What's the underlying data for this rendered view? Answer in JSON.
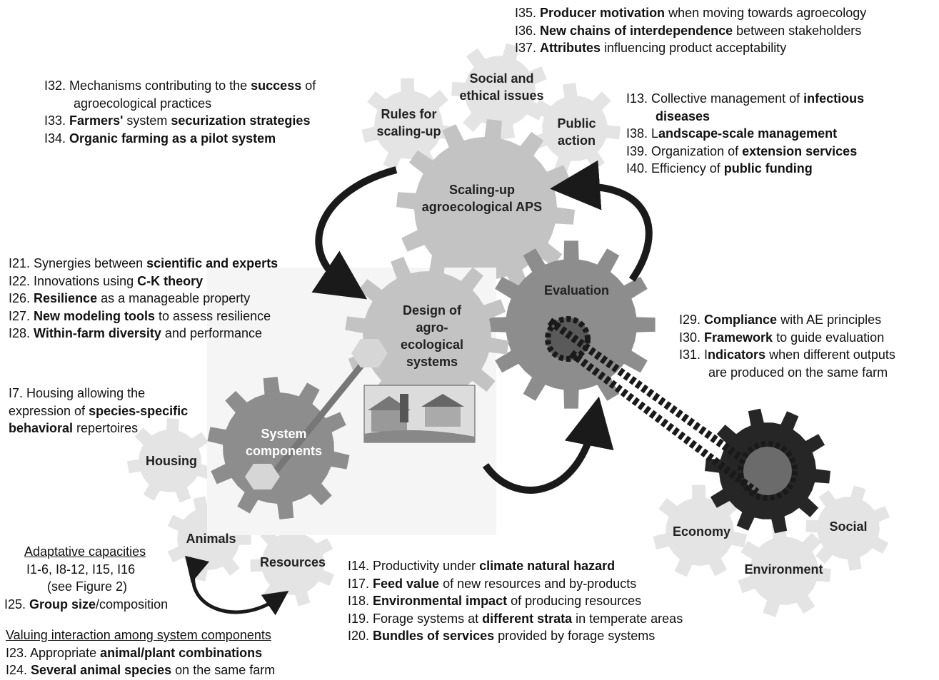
{
  "gears": {
    "scaling_up": "Scaling-up agroecological APS",
    "rules_scaling": "Rules for scaling-up",
    "social_ethical": "Social and ethical issues",
    "public_action": "Public action",
    "evaluation": "Evaluation",
    "design": "Design of agro-ecological systems",
    "system_components": "System components",
    "housing": "Housing",
    "animals": "Animals",
    "resources": "Resources",
    "economy": "Economy",
    "social": "Social",
    "environment": "Environment"
  },
  "blocks": {
    "top_right": [
      {
        "id": "I35. ",
        "b": "Producer motivation",
        "t": " when moving towards agroecology"
      },
      {
        "id": "I36. ",
        "b": "New chains of interdependence",
        "t": " between stakeholders"
      },
      {
        "id": "I37. ",
        "b": "Attributes",
        "t": " influencing product acceptability"
      }
    ],
    "top_left": {
      "i32_a": "I32. Mechanisms contributing to the ",
      "i32_b": "success",
      "i32_c": " of",
      "i32_d": "agroecological practices",
      "i33_a": "I33. ",
      "i33_b": "Farmers'",
      "i33_c": " system ",
      "i33_d": "securization strategies",
      "i34_a": "I34. ",
      "i34_b": "Organic farming as a pilot system"
    },
    "right_public": {
      "i13_a": "I13. Collective management of ",
      "i13_b": "infectious",
      "i13_c": "diseases",
      "i38_a": "I38. L",
      "i38_b": "andscape-scale management",
      "i39_a": "I39. Organization of ",
      "i39_b": "extension services",
      "i40_a": "I40. Efficiency of ",
      "i40_b": "public funding"
    },
    "design": [
      {
        "id": "I21. Synergies between ",
        "b": "scientific and experts",
        "t": ""
      },
      {
        "id": "I22. Innovations using ",
        "b": "C-K theory",
        "t": ""
      },
      {
        "id": "I26. ",
        "b": "Resilience",
        "t": " as a manageable property"
      },
      {
        "id": "I27. ",
        "b": "New modeling tools",
        "t": " to assess resilience"
      },
      {
        "id": "I28. ",
        "b": "Within-farm diversity",
        "t": " and performance"
      }
    ],
    "evaluation": {
      "i29_a": "I29. ",
      "i29_b": "Compliance",
      "i29_c": " with AE principles",
      "i30_a": "I30. ",
      "i30_b": "Framework",
      "i30_c": " to guide evaluation",
      "i31_a": "I31. I",
      "i31_b": "ndicators",
      "i31_c": " when different outputs",
      "i31_d": "are produced on the same farm"
    },
    "housing": {
      "l1": "I7. Housing allowing the",
      "l2_a": "expression of ",
      "l2_b": "species-specific",
      "l3_b": "behavioral",
      "l3_c": " repertoires"
    },
    "adapt": {
      "title": "Adaptative capacities",
      "l1": "I1-6, I8-12, I15, I16",
      "l2": "(see Figure 2)",
      "i25_a": "I25. ",
      "i25_b": "Group size",
      "i25_c": "/composition"
    },
    "valuing": {
      "title": "Valuing interaction among system components",
      "i23_a": "I23. Appropriate ",
      "i23_b": "animal/plant combinations",
      "i24_a": "I24. ",
      "i24_b": "Several animal species",
      "i24_c": " on the same farm"
    },
    "resources": [
      {
        "id": "I14. Productivity under ",
        "b": "climate natural hazard",
        "t": ""
      },
      {
        "id": "I17. ",
        "b": "Feed value",
        "t": " of new resources and by-products"
      },
      {
        "id": "I18. ",
        "b": "Environmental impact",
        "t": " of producing resources"
      },
      {
        "id": "I19. Forage systems at ",
        "b": "different strata",
        "t": " in temperate areas"
      },
      {
        "id": "I20. ",
        "b": "Bundles of services",
        "t": " provided by forage systems"
      }
    ]
  },
  "colors": {
    "light_gear": "#e4e4e4",
    "mid_gear": "#c3c3c3",
    "dark_gear": "#8d8d8d",
    "black_gear": "#262626",
    "arrow": "#1a1a1a"
  }
}
